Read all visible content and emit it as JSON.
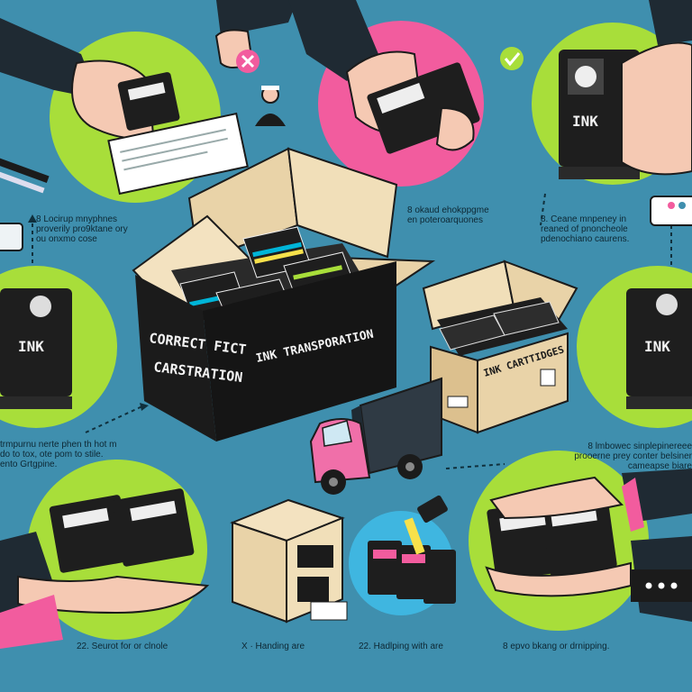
{
  "box": {
    "label_line1": "CORRECT FICT",
    "label_line2": "CARSTRATION",
    "side_label": "INK TRANSPORATION"
  },
  "small_box": {
    "label": "INK CARTTIDGES"
  },
  "cartridge_label": "INK",
  "captions": {
    "left_mid": [
      "8 Locirup mnyphnes",
      "proverily pro9ktane ory",
      "ou onxmo cose"
    ],
    "center_mid": [
      "8 okaud ehokppgme",
      "en poteroarquones"
    ],
    "right_mid": [
      "8. Ceane mnpeney in",
      "reaned of pnoncheole",
      "pdenochiano caurens."
    ],
    "left_low": [
      "trmpurnu nerte phen th hot m",
      "do to tox, ote pom to stile.",
      "ento Grtgpine."
    ],
    "right_low": [
      "8 lmbowec sinplepinereee",
      "prooerne prey conter belsiner",
      "cameapse biare"
    ]
  },
  "footer": {
    "f1": "22. Seurot for or clnole",
    "f2": "X · Handing are",
    "f3": "22. Hadlping with are",
    "f4": "8 epvo bkang or drnipping."
  },
  "colors": {
    "background": "#3f8fae",
    "pink": "#f25c9e",
    "lime": "#a8de3a",
    "box": "#e9d3a8",
    "box_dark": "#1b1b1b",
    "cartridge": "#1e1e1e",
    "suit": "#1f2a33",
    "skin": "#f5c9b3",
    "truck": "#f06fa9"
  },
  "icons": [
    "cross-icon",
    "check-icon",
    "person-icon",
    "pen-icon",
    "phone-icon",
    "menu-dots-icon",
    "arrow-icon"
  ]
}
